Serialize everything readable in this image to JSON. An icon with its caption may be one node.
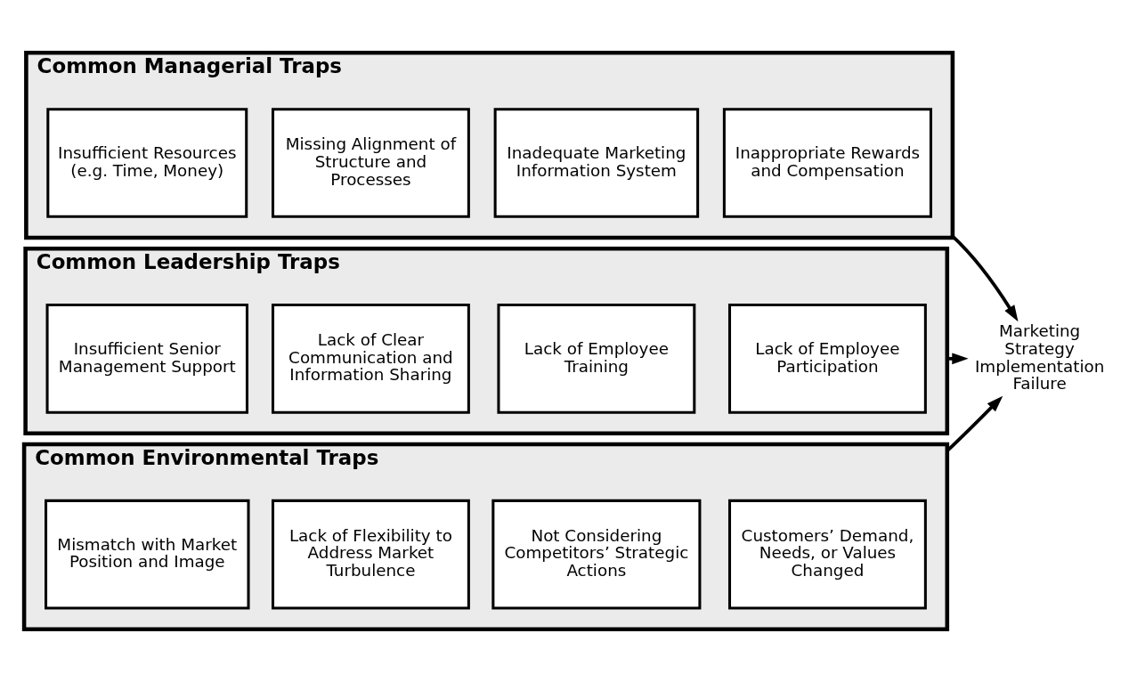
{
  "diagram": {
    "nodes": [
      {
        "text": [
          "Common Managerial Traps"
        ]
      },
      {
        "text": [
          "Insufficient Resources (e.g. Time, Money)"
        ],
        "in": 0
      },
      {
        "text": [
          "Missing Alignment of Structure and Processes"
        ],
        "in": 0
      },
      {
        "text": [
          "Inadequate Marketing Information System"
        ],
        "in": 0
      },
      {
        "text": [
          "Inappropriate Rewards and Compensation"
        ],
        "in": 0
      },
      {
        "text": [
          "Common Leadership Traps"
        ]
      },
      {
        "text": [
          "Insufficient Senior Management Support"
        ],
        "in": 5
      },
      {
        "text": [
          "Lack of Clear Communication and Information Sharing"
        ],
        "in": 5
      },
      {
        "text": [
          "Lack of Employee Training"
        ],
        "in": 5
      },
      {
        "text": [
          "Lack of Employee Participation"
        ],
        "in": 5
      },
      {
        "text": [
          "Common Environmental Traps"
        ]
      },
      {
        "text": [
          "Mismatch with Market Position and Image"
        ],
        "in": 10
      },
      {
        "text": [
          "Lack of Flexibility to Address Market Turbulence"
        ],
        "in": 10
      },
      {
        "text": [
          "Not Considering Competitors’ Strategic Actions"
        ],
        "in": 10
      },
      {
        "text": [
          "Customers’ Demand, Needs, or Values Changed"
        ],
        "in": 10
      },
      {
        "text": [
          "Marketing Strategy Implementation Failure"
        ]
      }
    ],
    "edges": [
      {
        "from": 0,
        "to": 15,
        "arrow": "to"
      },
      {
        "from": 5,
        "to": 15,
        "arrow": "to"
      },
      {
        "from": 10,
        "to": 15,
        "arrow": "to"
      }
    ]
  }
}
